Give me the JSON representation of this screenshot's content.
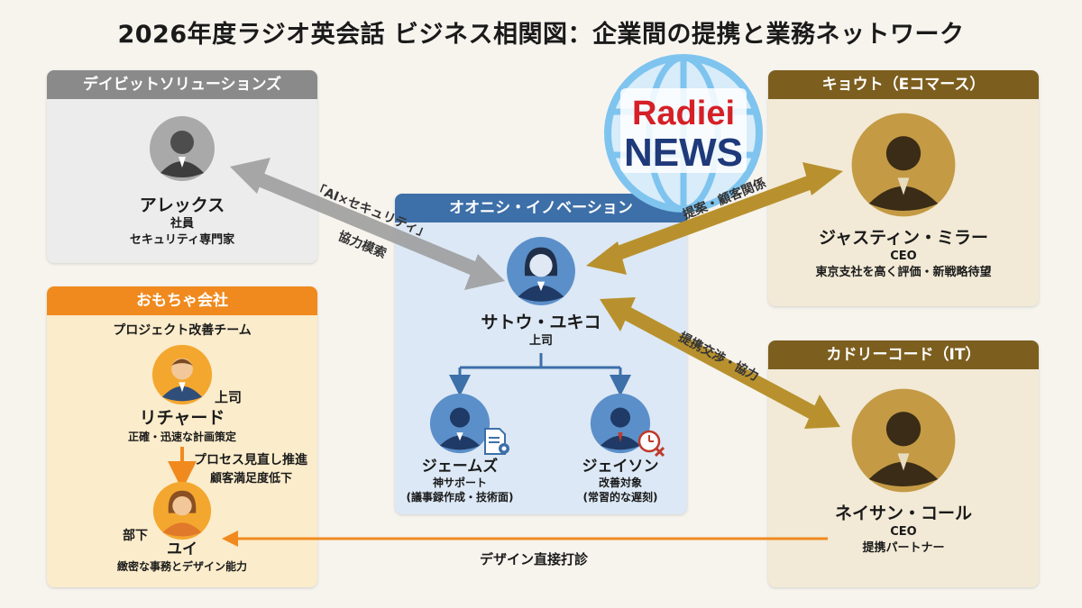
{
  "title": "2026年度ラジオ英会話 ビジネス相関図：企業間の提携と業務ネットワーク",
  "logo": {
    "line1": "Radiei",
    "line2": "NEWS"
  },
  "panels": {
    "david": {
      "header": "デイビットソリューションズ",
      "color": "#8a8a8a"
    },
    "toy": {
      "header": "おもちゃ会社",
      "team": "プロジェクト改善チーム",
      "color": "#f08a1e"
    },
    "onishi": {
      "header": "オオニシ・イノベーション",
      "color": "#3d6fa8"
    },
    "kyoto": {
      "header": "キョウト（Eコマース）",
      "color": "#7c5e1f"
    },
    "cadry": {
      "header": "カドリーコード（IT）",
      "color": "#7c5e1f"
    }
  },
  "people": {
    "alex": {
      "name": "アレックス",
      "line1": "社員",
      "line2": "セキュリティ専門家"
    },
    "richard": {
      "name": "リチャード",
      "role": "上司",
      "line1": "正確・迅速な計画策定"
    },
    "yui": {
      "name": "ユイ",
      "role": "部下",
      "line1": "緻密な事務とデザイン能力"
    },
    "sato": {
      "name": "サトウ・ユキコ",
      "line1": "上司"
    },
    "james": {
      "name": "ジェームズ",
      "line1": "神サポート",
      "line2": "(議事録作成・技術面)"
    },
    "jason": {
      "name": "ジェイソン",
      "line1": "改善対象",
      "line2": "(常習的な遅刻)"
    },
    "justin": {
      "name": "ジャスティン・ミラー",
      "line1": "CEO",
      "line2": "東京支社を高く評価・新戦略待望"
    },
    "nathan": {
      "name": "ネイサン・コール",
      "line1": "CEO",
      "line2": "提携パートナー"
    }
  },
  "relations": {
    "ai_security_1": "「AI×セキュリティ」",
    "ai_security_2": "協力模索",
    "proposal": "提案・顧客関係",
    "partnership": "提携交渉・協力",
    "process_1": "プロセス見直し推進",
    "process_2": "顧客満足度低下",
    "design": "デザイン直接打診"
  }
}
